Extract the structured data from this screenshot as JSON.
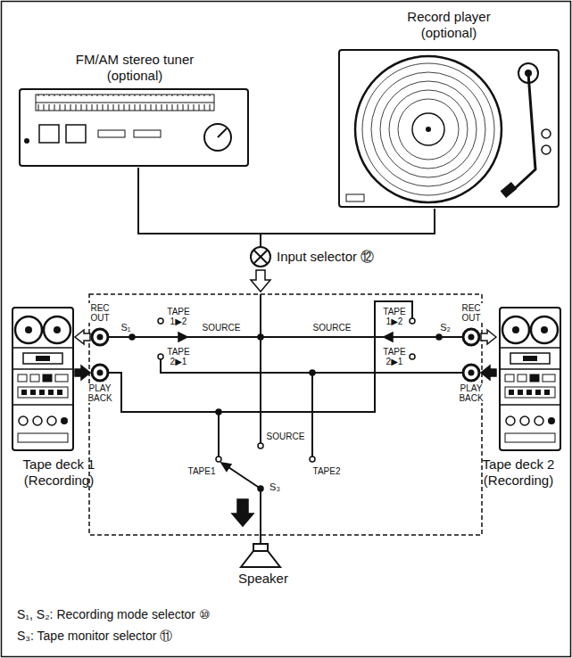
{
  "diagram": {
    "nodes": [
      {
        "text": [
          "FM/AM stereo tuner (optional)"
        ]
      },
      {
        "text": [
          "Record player (optional)"
        ]
      },
      {
        "text": [
          "Input selector ⑫"
        ]
      },
      {
        "text": [
          "Tape deck 1 (Recording)"
        ]
      },
      {
        "text": [
          "Tape deck 2 (Recording)"
        ]
      },
      {
        "text": [
          "Speaker"
        ]
      }
    ],
    "edges": [
      {
        "from": 0,
        "to": 2,
        "arrow": "none"
      },
      {
        "from": 1,
        "to": 2,
        "arrow": "none"
      }
    ],
    "labels": [
      "REC OUT",
      "PLAY BACK",
      "REC OUT",
      "PLAY BACK",
      "S₁",
      "TAPE 1▶2",
      "SOURCE",
      "TAPE 2▶1",
      "S₂",
      "TAPE 1▶2",
      "SOURCE",
      "TAPE 2▶1",
      "SOURCE",
      "TAPE1",
      "TAPE2",
      "S₃",
      "S₁, S₂: Recording mode selector ⑩",
      "S₃: Tape monitor selector ⑪"
    ]
  }
}
